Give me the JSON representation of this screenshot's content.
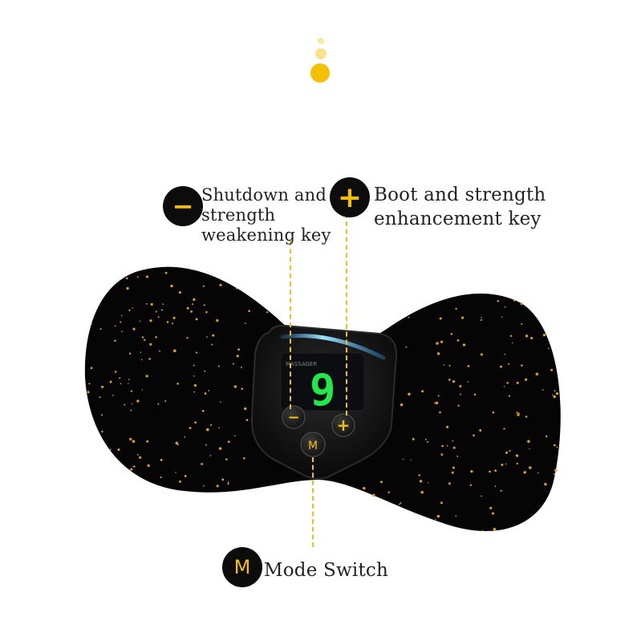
{
  "decoration": {
    "accent_color": "#f5c000"
  },
  "callouts": {
    "minus": {
      "symbol": "−",
      "label": "Shutdown and\nstrength\nweakening key",
      "icon": "minus-icon"
    },
    "plus": {
      "symbol": "+",
      "label": "Boot and strength\nenhancement key",
      "icon": "plus-icon"
    },
    "mode": {
      "symbol": "M",
      "label": "Mode Switch",
      "icon": "m-icon"
    }
  },
  "device": {
    "display_digit": "9",
    "display_small_text": "MASSAGER",
    "buttons": {
      "minus": "−",
      "plus": "+",
      "mode": "M"
    },
    "colors": {
      "body": "#050505",
      "speckle": "#e0a020",
      "digit": "#22e84a",
      "glow": "#7fd8ff"
    }
  }
}
